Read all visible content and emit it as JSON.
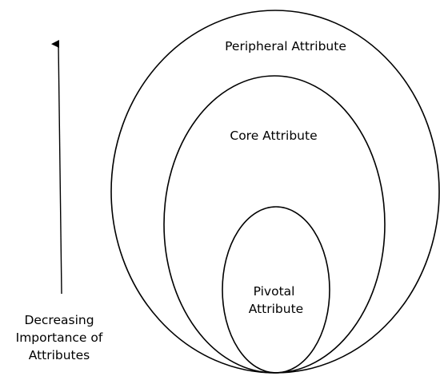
{
  "diagram": {
    "rings": [
      {
        "label": "Peripheral Attribute"
      },
      {
        "label": "Core Attribute"
      },
      {
        "label": "Pivotal Attribute",
        "label_lines": [
          "Pivotal",
          "Attribute"
        ]
      }
    ],
    "axis": {
      "direction": "up",
      "label_lines": [
        "Decreasing",
        "Importance of",
        "Attributes"
      ]
    }
  }
}
